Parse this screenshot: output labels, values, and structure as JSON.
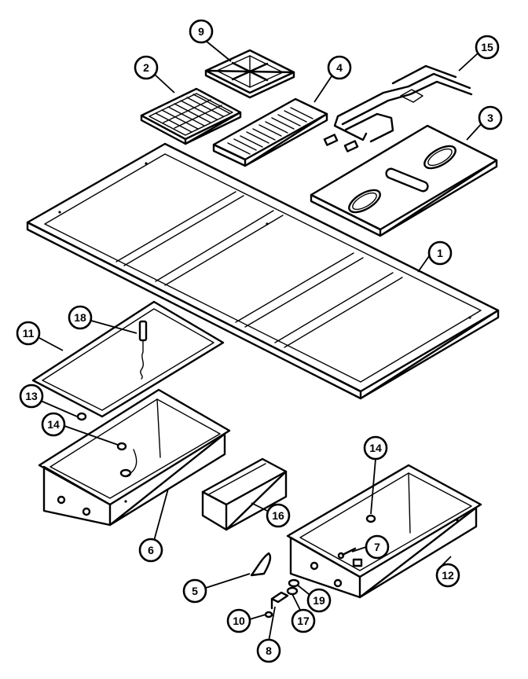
{
  "diagram": {
    "callouts": [
      "1",
      "2",
      "3",
      "4",
      "5",
      "6",
      "7",
      "8",
      "9",
      "10",
      "11",
      "12",
      "13",
      "14",
      "14",
      "15",
      "16",
      "17",
      "18",
      "19"
    ]
  }
}
